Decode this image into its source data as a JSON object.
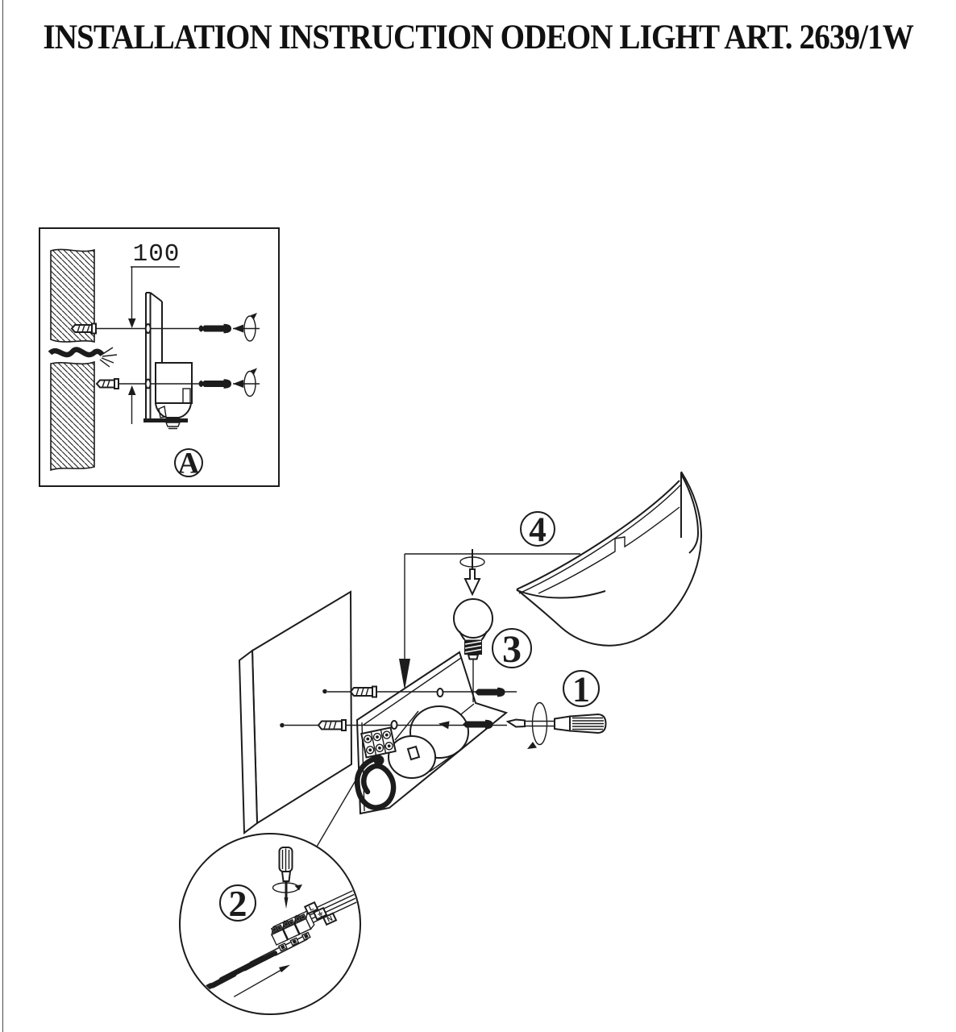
{
  "page": {
    "title": "INSTALLATION INSTRUCTION ODEON LIGHT ART. 2639/1W"
  },
  "detail_a": {
    "view_label": "A",
    "mounting_distance_mm": "100"
  },
  "callouts": {
    "step_1": "1",
    "step_2": "2",
    "step_3": "3",
    "step_4": "4"
  },
  "wiring_tags": {
    "live": "L",
    "earth_symbol": "⏚",
    "neutral": "N"
  },
  "colors": {
    "ink": "#1c1c1c",
    "paper": "#ffffff"
  }
}
